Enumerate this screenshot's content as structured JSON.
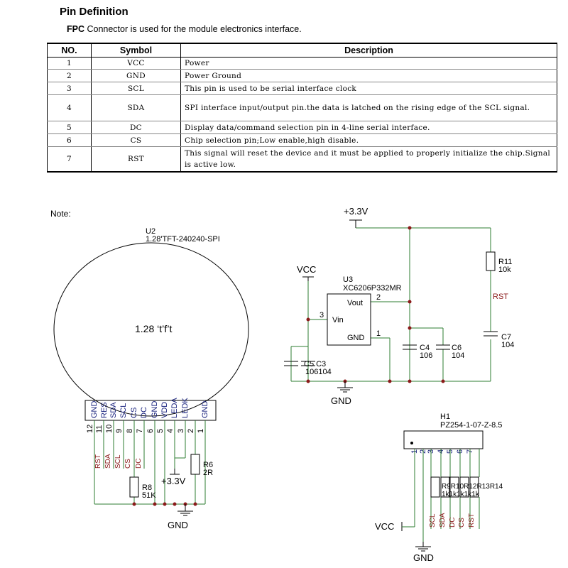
{
  "header": {
    "title": "Pin Definition",
    "intro_bold": "FPC",
    "intro_rest": " Connector is used for the module electronics interface."
  },
  "table": {
    "columns": [
      "NO.",
      "Symbol",
      "Description"
    ],
    "rows": [
      {
        "no": "1",
        "symbol": "VCC",
        "desc": "Power"
      },
      {
        "no": "2",
        "symbol": "GND",
        "desc": "Power Ground"
      },
      {
        "no": "3",
        "symbol": "SCL",
        "desc": "This pin is used to be serial interface clock"
      },
      {
        "no": "4",
        "symbol": "SDA",
        "desc": "SPI interface input/output pin.the data is latched on the rising edge of the SCL signal."
      },
      {
        "no": "5",
        "symbol": "DC",
        "desc": "Display data/command selection pin in 4-line serial interface."
      },
      {
        "no": "6",
        "symbol": "CS",
        "desc": "Chip selection pin;Low enable,high disable."
      },
      {
        "no": "7",
        "symbol": "RST",
        "desc": "This signal will reset the device and it must be applied to properly initialize the chip.Signal is active low."
      }
    ]
  },
  "schematic": {
    "note": "Note:",
    "u2_ref": "U2",
    "u2_part": "1.28'TFT-240240-SPI",
    "display_text": "1.28 ‘t’f’t",
    "u2_pins": [
      "GND",
      "RES",
      "SDA",
      "SCL",
      "CS",
      "DC",
      "GND",
      "VDD",
      "LEDA",
      "LEDK",
      "GND"
    ],
    "u2_pin_numbers": [
      "12",
      "11",
      "10",
      "9",
      "8",
      "7",
      "6",
      "5",
      "4",
      "3",
      "2",
      "1"
    ],
    "u2_signals": [
      "RST",
      "SDA",
      "SCL",
      "CS",
      "DC"
    ],
    "r8_ref": "R8",
    "r8_val": "51K",
    "r6_ref": "R6",
    "r6_val": "2R",
    "v33": "+3.3V",
    "gnd": "GND",
    "vcc": "VCC",
    "u3_ref": "U3",
    "u3_part": "XC6206P332MR",
    "u3_vout": "Vout",
    "u3_vin": "Vin",
    "u3_gnd": "GND",
    "u3_pin2": "2",
    "u3_pin3": "3",
    "u3_pin1": "1",
    "c5c3": "C5 C3",
    "c5c3_val": "106104",
    "c4_ref": "C4",
    "c4_val": "106",
    "c6_ref": "C6",
    "c6_val": "104",
    "r11_ref": "R11",
    "r11_val": "10k",
    "rst": "RST",
    "c7_ref": "C7",
    "c7_val": "104",
    "h1_ref": "H1",
    "h1_part": "PZ254-1-07-Z-8.5",
    "h1_pin_numbers": [
      "1",
      "2",
      "3",
      "4",
      "5",
      "6",
      "7"
    ],
    "h1_signals": [
      "SCL",
      "SDA",
      "DC",
      "CS",
      "RST"
    ],
    "h1_resistor_refs": "R9R10R12R13R14",
    "h1_resistor_vals": "1k1k1k1k1k"
  }
}
